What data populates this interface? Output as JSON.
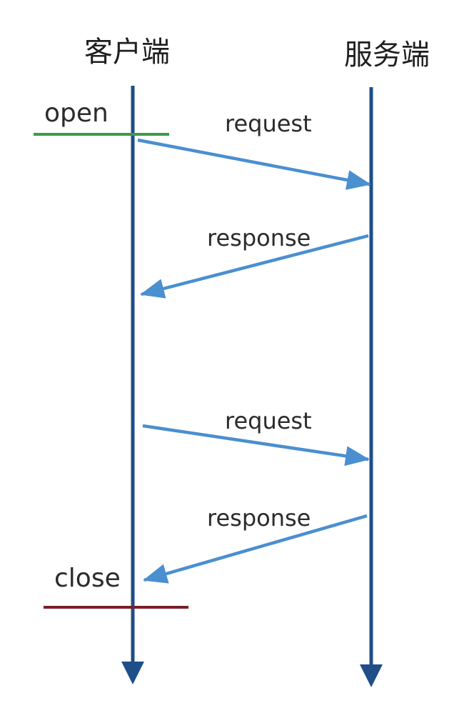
{
  "lanes": {
    "client": "客户端",
    "server": "服务端"
  },
  "events": {
    "open": "open",
    "close": "close"
  },
  "messages": [
    {
      "label": "request"
    },
    {
      "label": "response"
    },
    {
      "label": "request"
    },
    {
      "label": "response"
    }
  ],
  "colors": {
    "lifeline": "#1f4e89",
    "message_arrow": "#4a8fd0",
    "open_marker": "#3c9a4a",
    "close_marker": "#7a1f28",
    "text": "#2b2b2b"
  }
}
